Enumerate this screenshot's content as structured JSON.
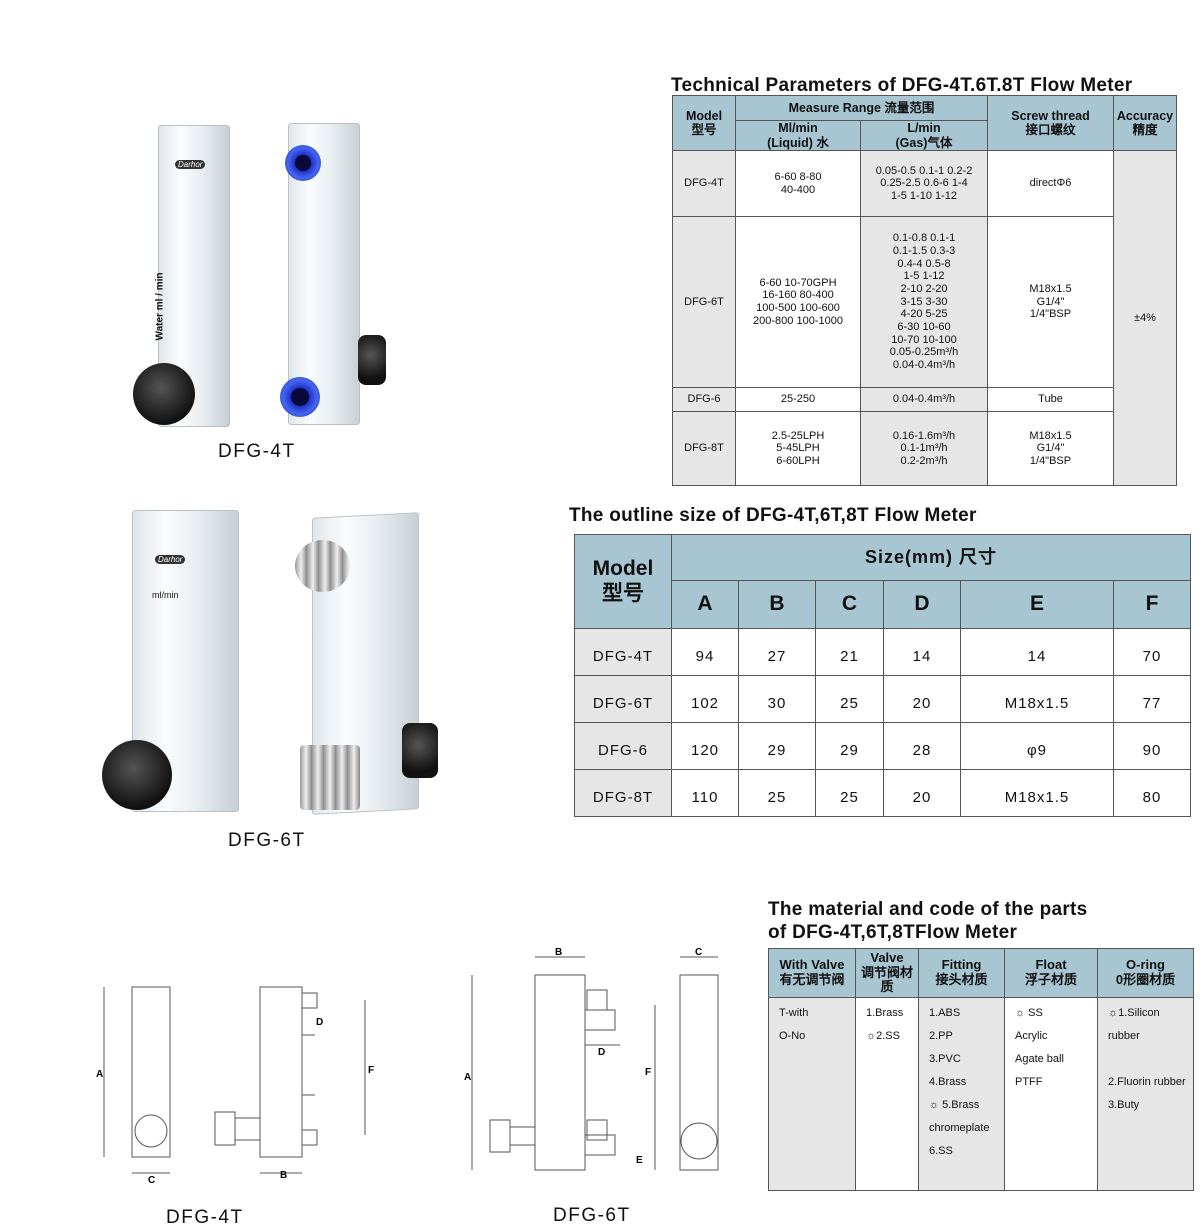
{
  "tech": {
    "title": "Technical Parameters of DFG-4T.6T.8T Flow Meter",
    "h_model": "Model\n型号",
    "h_range": "Measure Range   流量范围",
    "h_liquid": "Ml/min\n(Liquid) 水",
    "h_gas": "L/min\n(Gas)气体",
    "h_thread": "Screw thread\n接口螺纹",
    "h_accuracy": "Accuracy\n精度",
    "accuracy": "±4%",
    "rows": [
      {
        "model": "DFG-4T",
        "liquid": "6-60 8-80\n40-400",
        "gas": "0.05-0.5  0.1-1  0.2-2\n0.25-2.5  0.6-6  1-4\n1-5          1-10  1-12",
        "thread": "directΦ6"
      },
      {
        "model": "DFG-6T",
        "liquid": "6-60   10-70GPH\n16-160   80-400\n100-500  100-600\n200-800  100-1000",
        "gas": "0.1-0.8   0.1-1\n0.1-1.5   0.3-3\n0.4-4      0.5-8\n1-5          1-12\n2-10        2-20\n3-15        3-30\n4-20        5-25\n6-30       10-60\n10-70     10-100\n0.05-0.25m³/h\n0.04-0.4m³/h",
        "thread": "M18x1.5\nG1/4\"\n1/4\"BSP"
      },
      {
        "model": "DFG-6",
        "liquid": "25-250",
        "gas": "0.04-0.4m³/h",
        "thread": "Tube"
      },
      {
        "model": "DFG-8T",
        "liquid": "2.5-25LPH\n5-45LPH\n6-60LPH",
        "gas": "0.16-1.6m³/h\n0.1-1m³/h\n0.2-2m³/h",
        "thread": "M18x1.5\nG1/4\"\n1/4\"BSP"
      }
    ]
  },
  "outline": {
    "title": "The outline size of DFG-4T,6T,8T Flow Meter",
    "h_model": "Model\n型号",
    "h_size": "Size(mm)        尺寸",
    "cols": [
      "A",
      "B",
      "C",
      "D",
      "E",
      "F"
    ],
    "rows": [
      [
        "DFG-4T",
        "94",
        "27",
        "21",
        "14",
        "14",
        "70"
      ],
      [
        "DFG-6T",
        "102",
        "30",
        "25",
        "20",
        "M18x1.5",
        "77"
      ],
      [
        "DFG-6",
        "120",
        "29",
        "29",
        "28",
        "φ9",
        "90"
      ],
      [
        "DFG-8T",
        "110",
        "25",
        "25",
        "20",
        "M18x1.5",
        "80"
      ]
    ]
  },
  "material": {
    "title": "The material and code of the parts\nof DFG-4T,6T,8TFlow Meter",
    "headers": [
      "With Valve\n有无调节阀",
      "Valve\n调节阀材质",
      "Fitting\n接头材质",
      "Float\n浮子材质",
      "O-ring\n0形圈材质"
    ],
    "cols": [
      "T-with\nO-No",
      "1.Brass\n☼2.SS",
      "1.ABS\n2.PP\n3.PVC\n4.Brass\n☼ 5.Brass\n     chromeplate\n6.SS",
      "☼ SS\n    Acrylic\n    Agate ball\n    PTFF",
      "☼1.Silicon  rubber\n\n 2.Fluorin rubber\n 3.Buty"
    ]
  },
  "photos": {
    "p1": "DFG-4T",
    "p2": "DFG-6T",
    "brand": "Darhor",
    "scale1": "Water  ml / min",
    "scale2": "ml/min"
  },
  "drawings": {
    "d1": "DFG-4T",
    "d2": "DFG-6T",
    "A": "A",
    "B": "B",
    "C": "C",
    "D": "D",
    "E": "E",
    "F": "F"
  },
  "colors": {
    "header": "#a8c5d2",
    "gray": "#e6e6e6"
  }
}
